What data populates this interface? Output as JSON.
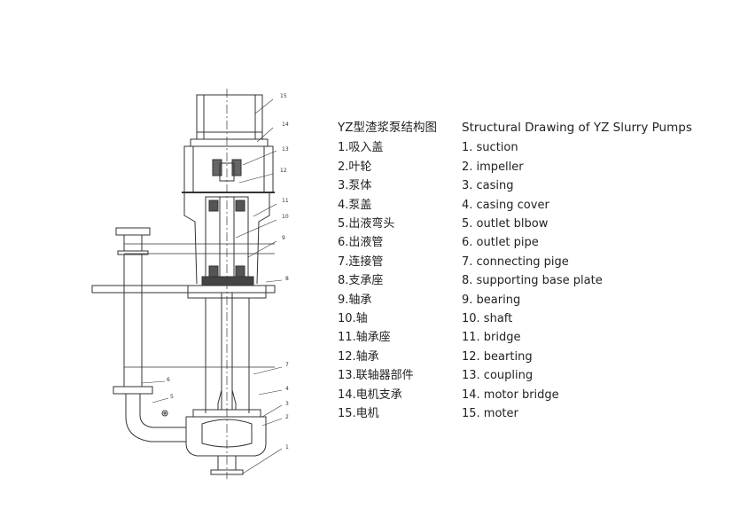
{
  "legend_cn": {
    "header": "YZ型渣浆泵结构图",
    "items": [
      "1.吸入盖",
      "2.叶轮",
      "3.泵体",
      "4.泵盖",
      "5.出液弯头",
      "6.出液管",
      "7.连接管",
      "8.支承座",
      "9.轴承",
      "10.轴",
      "11.轴承座",
      "12.轴承",
      "13.联轴器部件",
      "14.电机支承",
      "15.电机"
    ]
  },
  "legend_en": {
    "header": "Structural Drawing of YZ Slurry Pumps",
    "items": [
      "1. suction",
      "2. impeller",
      "3. casing",
      "4. casing cover",
      "5. outlet blbow",
      "6. outlet pipe",
      "7. connecting pige",
      "8. supporting base plate",
      "9. bearing",
      "10. shaft",
      "11. bridge",
      "12. bearting",
      "13. coupling",
      "14. motor bridge",
      "15. moter"
    ]
  },
  "callouts": [
    "15",
    "14",
    "13",
    "12",
    "11",
    "10",
    "9",
    "8",
    "7",
    "6",
    "5",
    "4",
    "3",
    "2",
    "1"
  ]
}
